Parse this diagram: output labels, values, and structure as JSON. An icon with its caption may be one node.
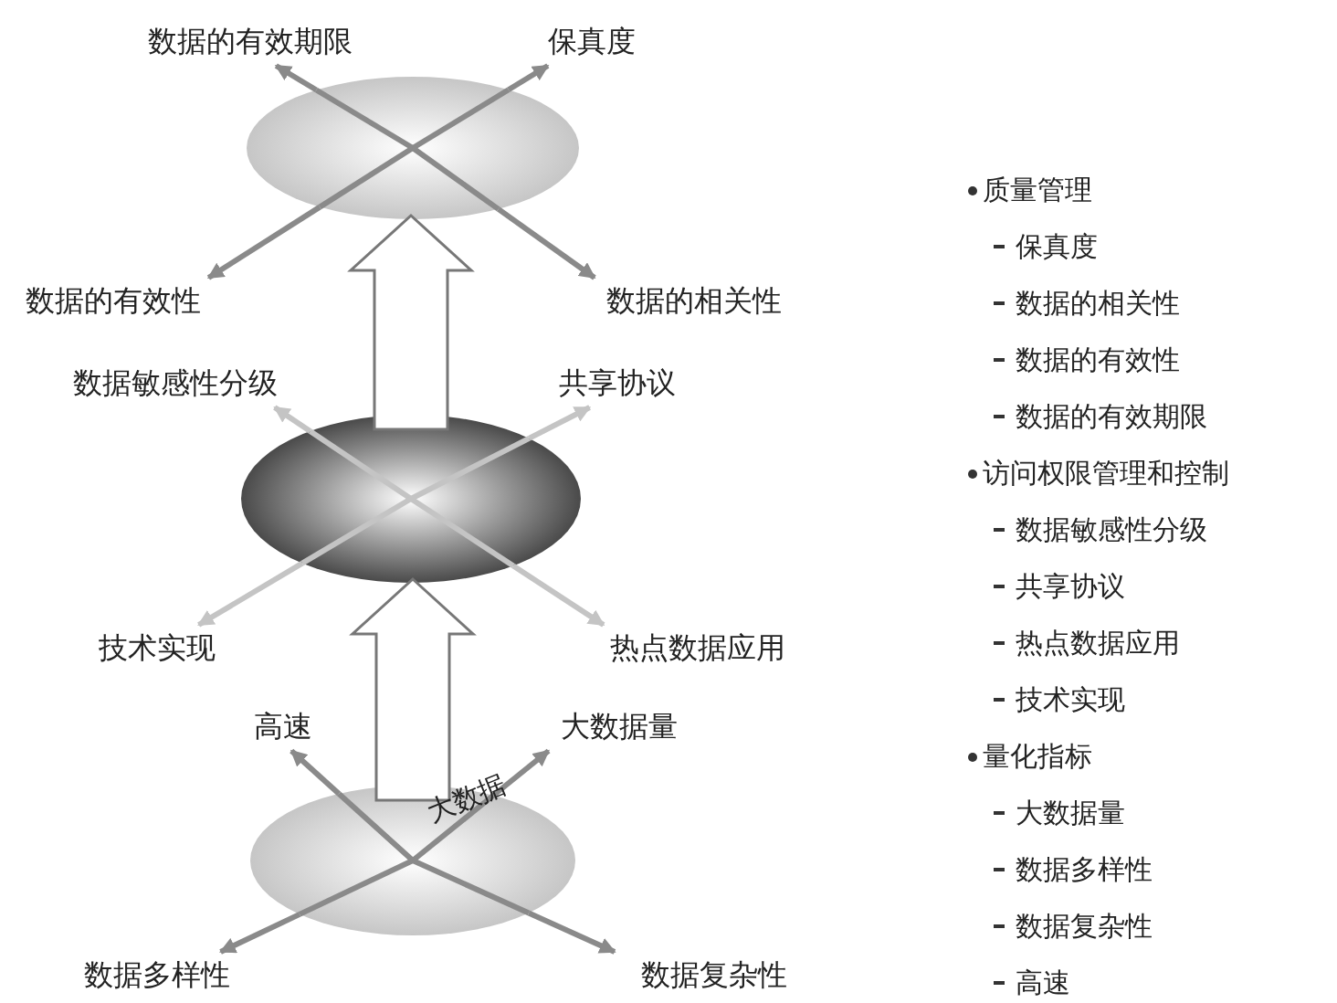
{
  "diagram": {
    "nodes": [
      {
        "text": [],
        "shape": "ellipse"
      },
      {
        "text": [
          "数据的有效期限"
        ]
      },
      {
        "text": [
          "保真度"
        ]
      },
      {
        "text": [
          "数据的有效性"
        ]
      },
      {
        "text": [
          "数据的相关性"
        ]
      },
      {
        "text": [],
        "shape": "ellipse"
      },
      {
        "text": [
          "数据敏感性分级"
        ]
      },
      {
        "text": [
          "共享协议"
        ]
      },
      {
        "text": [
          "技术实现"
        ]
      },
      {
        "text": [
          "热点数据应用"
        ]
      },
      {
        "text": [
          "大数据"
        ]
      },
      {
        "text": [
          "高速"
        ]
      },
      {
        "text": [
          "大数据量"
        ]
      },
      {
        "text": [
          "数据多样性"
        ]
      },
      {
        "text": [
          "数据复杂性"
        ]
      }
    ],
    "edges": [
      {
        "from": 0,
        "to": 1,
        "arrow": "to"
      },
      {
        "from": 0,
        "to": 2,
        "arrow": "to"
      },
      {
        "from": 0,
        "to": 3,
        "arrow": "to"
      },
      {
        "from": 0,
        "to": 4,
        "arrow": "to"
      },
      {
        "from": 5,
        "to": 6,
        "arrow": "to",
        "color": "#c4c4c4"
      },
      {
        "from": 5,
        "to": 7,
        "arrow": "to",
        "color": "#c4c4c4"
      },
      {
        "from": 5,
        "to": 8,
        "arrow": "to",
        "color": "#c4c4c4"
      },
      {
        "from": 5,
        "to": 9,
        "arrow": "to",
        "color": "#c4c4c4"
      },
      {
        "from": 10,
        "to": 11,
        "arrow": "to"
      },
      {
        "from": 10,
        "to": 12,
        "arrow": "to"
      },
      {
        "from": 10,
        "to": 13,
        "arrow": "to"
      },
      {
        "from": 10,
        "to": 14,
        "arrow": "to"
      },
      {
        "from": 10,
        "to": 5,
        "arrow": "to",
        "style": "thick"
      },
      {
        "from": 5,
        "to": 0,
        "arrow": "to",
        "style": "thick"
      }
    ],
    "labels": [
      "质量管理",
      "保真度",
      "数据的相关性",
      "数据的有效性",
      "数据的有效期限",
      "访问权限管理和控制",
      "数据敏感性分级",
      "共享协议",
      "热点数据应用",
      "技术实现",
      "量化指标",
      "大数据量",
      "数据多样性",
      "数据复杂性",
      "高速"
    ]
  }
}
